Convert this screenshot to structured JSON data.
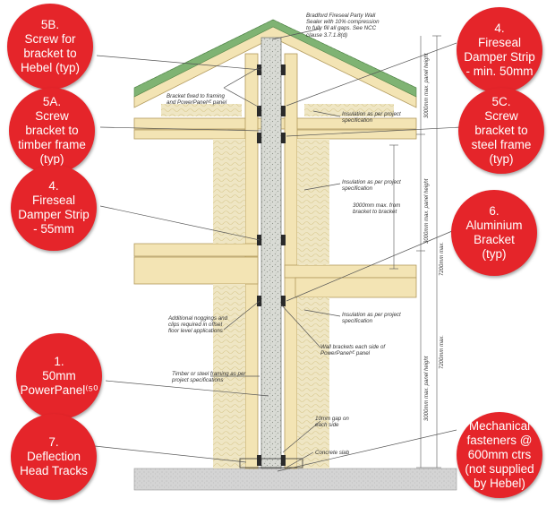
{
  "callouts": {
    "c5b": "5B.\nScrew for\nbracket to\nHebel (typ)",
    "c5a": "5A.\nScrew\nbracket to\ntimber frame\n(typ)",
    "c4_left": "4.\nFireseal\nDamper Strip\n- 55mm",
    "c1": "1.\n50mm\nPowerPanel⁽⁵⁰",
    "c7": "7.\nDeflection\nHead Tracks",
    "c4_right": "4.\nFireseal\nDamper Strip\n- min. 50mm",
    "c5c": "5C.\nScrew\nbracket to\nsteel frame\n(typ)",
    "c6": "6.\nAluminium\nBracket\n(typ)",
    "c_mech": "Mechanical\nfasteners @\n600mm ctrs\n(not supplied\nby Hebel)"
  },
  "notes": {
    "sealer": "Bradford Fireseal Party Wall\nSealer with 10% compression\nto fully fill all gaps. See NCC\nclause 3.7.1.8(d)",
    "bracket_fixed": "Bracket fixed to framing\nand PowerPanelˢᴱ panel",
    "insulation_1": "Insulation as per project\nspecification",
    "insulation_2": "Insulation as per project\nspecification",
    "insulation_3": "Insulation as per project\nspecification",
    "max_bracket": "3000mm max. from\nbracket to bracket",
    "noggings": "Additional noggings and\nclips required in offset\nfloor level applications",
    "wall_brackets": "Wall brackets each side of\nPowerPanelˢᴱ panel",
    "framing": "Timber or steel framing as per\nproject specifications",
    "gap": "10mm gap on\neach side",
    "slab": "Concrete slab"
  },
  "dimensions": {
    "panel_height_1": "3000mm max. panel height",
    "panel_height_2": "3000mm max. panel height",
    "panel_height_3": "3000mm max. panel height",
    "max_1": "7200mm max.",
    "max_2": "7200mm max."
  },
  "colors": {
    "callout_red": "#e5252a",
    "timber": "#f3e4b4",
    "timber_edge": "#b29a5c",
    "roof_green": "#7fb373",
    "panel": "#d9dbd5",
    "slab": "#d4d4d4",
    "insulation": "#efe6c4"
  }
}
